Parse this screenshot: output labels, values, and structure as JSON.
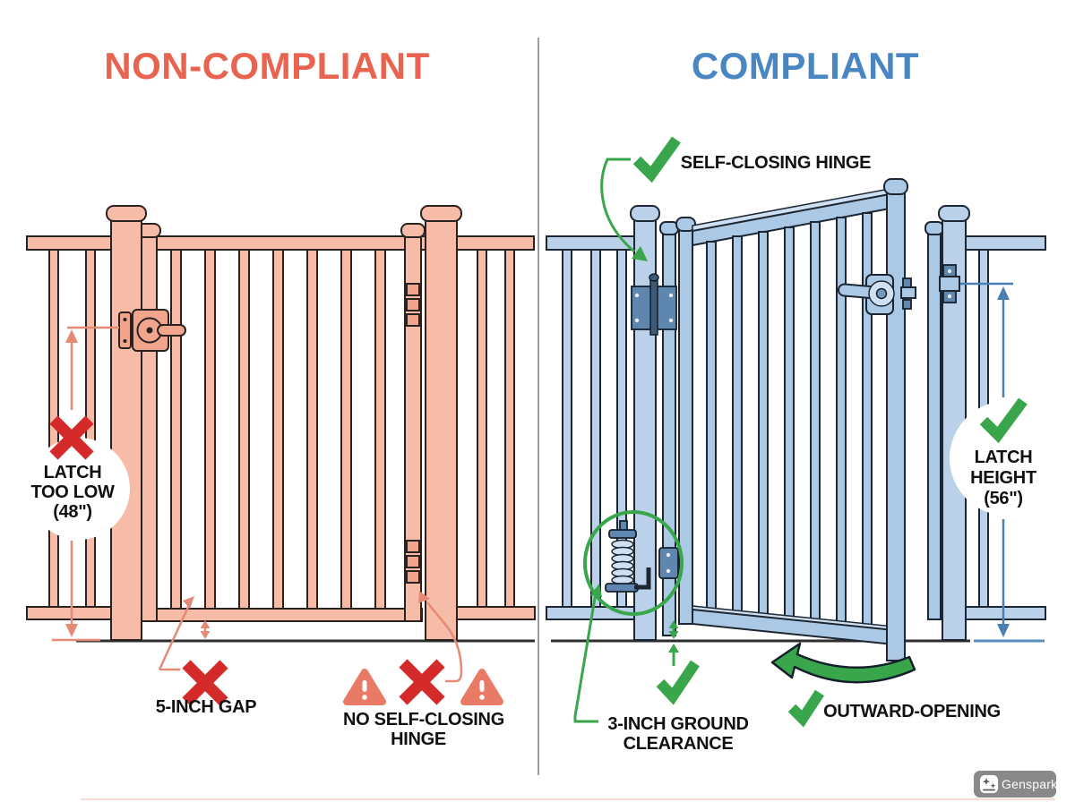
{
  "left_panel": {
    "title": "NON-COMPLIANT",
    "latch_label": {
      "line1": "LATCH",
      "line2": "TOO LOW",
      "line3": "(48\")"
    },
    "gap_label": "5-INCH GAP",
    "hinge_label": {
      "line1": "NO SELF-CLOSING",
      "line2": "HINGE"
    }
  },
  "right_panel": {
    "title": "COMPLIANT",
    "hinge_label": "SELF-CLOSING HINGE",
    "latch_label": {
      "line1": "LATCH",
      "line2": "HEIGHT",
      "line3": "(56\")"
    },
    "clearance_label": {
      "line1": "3-INCH GROUND",
      "line2": "CLEARANCE"
    },
    "opening_label": "OUTWARD-OPENING"
  },
  "watermark": {
    "label": "Genspark"
  },
  "colors": {
    "non_compliant_red": "#e96450",
    "compliant_blue": "#4a86c2",
    "error_red": "#d42a2a",
    "success_green": "#3aa64b",
    "salmon_fill": "#f6bca8",
    "blue_fill": "#bad1e9",
    "dimension_salmon": "#e58a74",
    "dimension_blue": "#4a7fb5",
    "warning_salmon": "#e87a66",
    "label_black": "#111111"
  }
}
